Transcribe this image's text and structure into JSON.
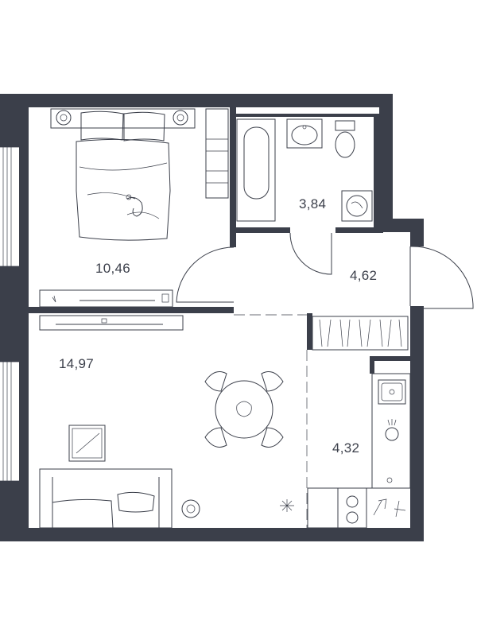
{
  "rooms": [
    {
      "id": "bedroom",
      "area": "10,46"
    },
    {
      "id": "bathroom",
      "area": "3,84"
    },
    {
      "id": "hallway",
      "area": "4,62"
    },
    {
      "id": "living-room",
      "area": "14,97"
    },
    {
      "id": "kitchen",
      "area": "4,32"
    }
  ],
  "colors": {
    "wall": "#3b3f4a",
    "background": "#ffffff"
  }
}
